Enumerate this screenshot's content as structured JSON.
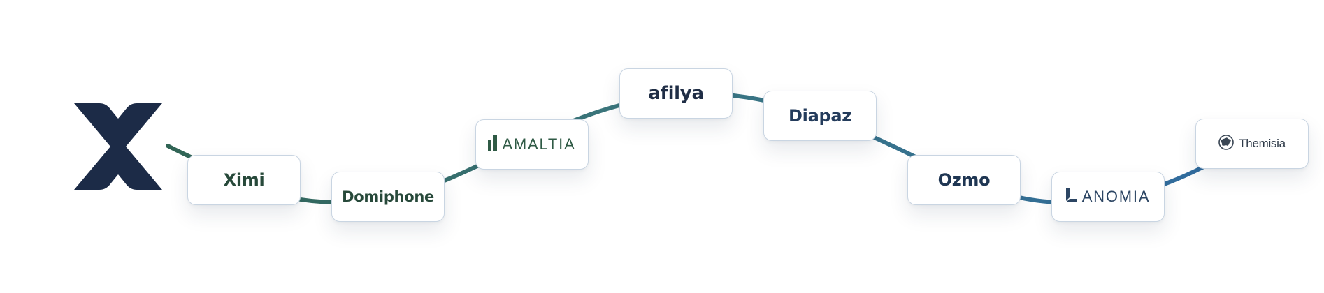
{
  "brand": {
    "icon": "x-logo-icon",
    "color": "#1c2b47"
  },
  "partners": [
    {
      "label": "Ximi",
      "icon": null,
      "color": "#27493a"
    },
    {
      "label": "Domiphone",
      "icon": null,
      "color": "#27493a"
    },
    {
      "label": "AMALTIA",
      "icon": "amaltia-mark-icon",
      "color": "#27493a"
    },
    {
      "label": "afilya",
      "icon": null,
      "color": "#1f2d45"
    },
    {
      "label": "Diapaz",
      "icon": null,
      "color": "#243c5c"
    },
    {
      "label": "Ozmo",
      "icon": null,
      "color": "#1f3653"
    },
    {
      "label": "ANOMIA",
      "icon": "anomia-mark-icon",
      "color": "#2c4563"
    },
    {
      "label": "Themisia",
      "icon": "themisia-globe-icon",
      "color": "#2e3a48"
    }
  ],
  "connector": {
    "gradient_start": "#2d5e46",
    "gradient_mid": "#3b7780",
    "gradient_end": "#2f6aa6"
  }
}
